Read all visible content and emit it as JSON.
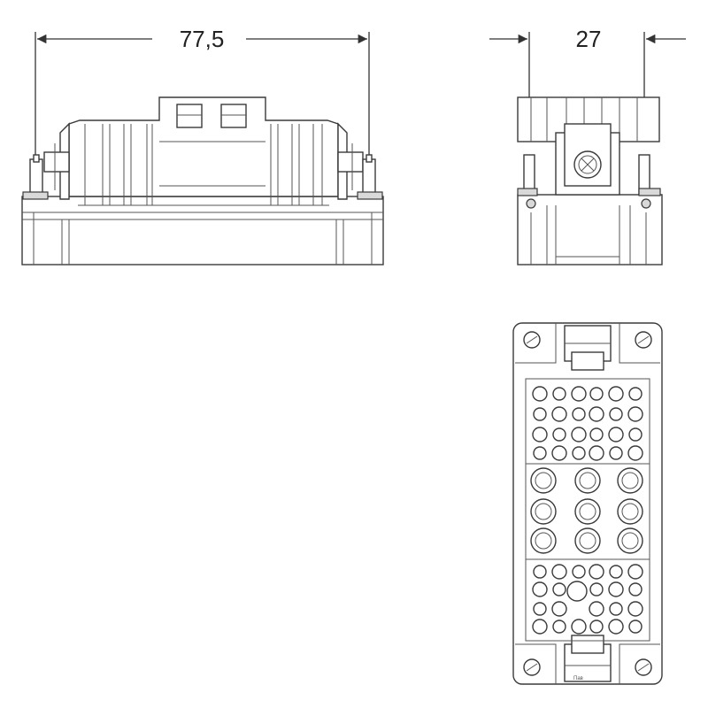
{
  "dimensions": {
    "width_label": "77,5",
    "depth_label": "27"
  },
  "face_marking": "Пав",
  "colors": {
    "line": "#3a3a3a",
    "background": "#ffffff",
    "shade": "#d9d9d9"
  }
}
